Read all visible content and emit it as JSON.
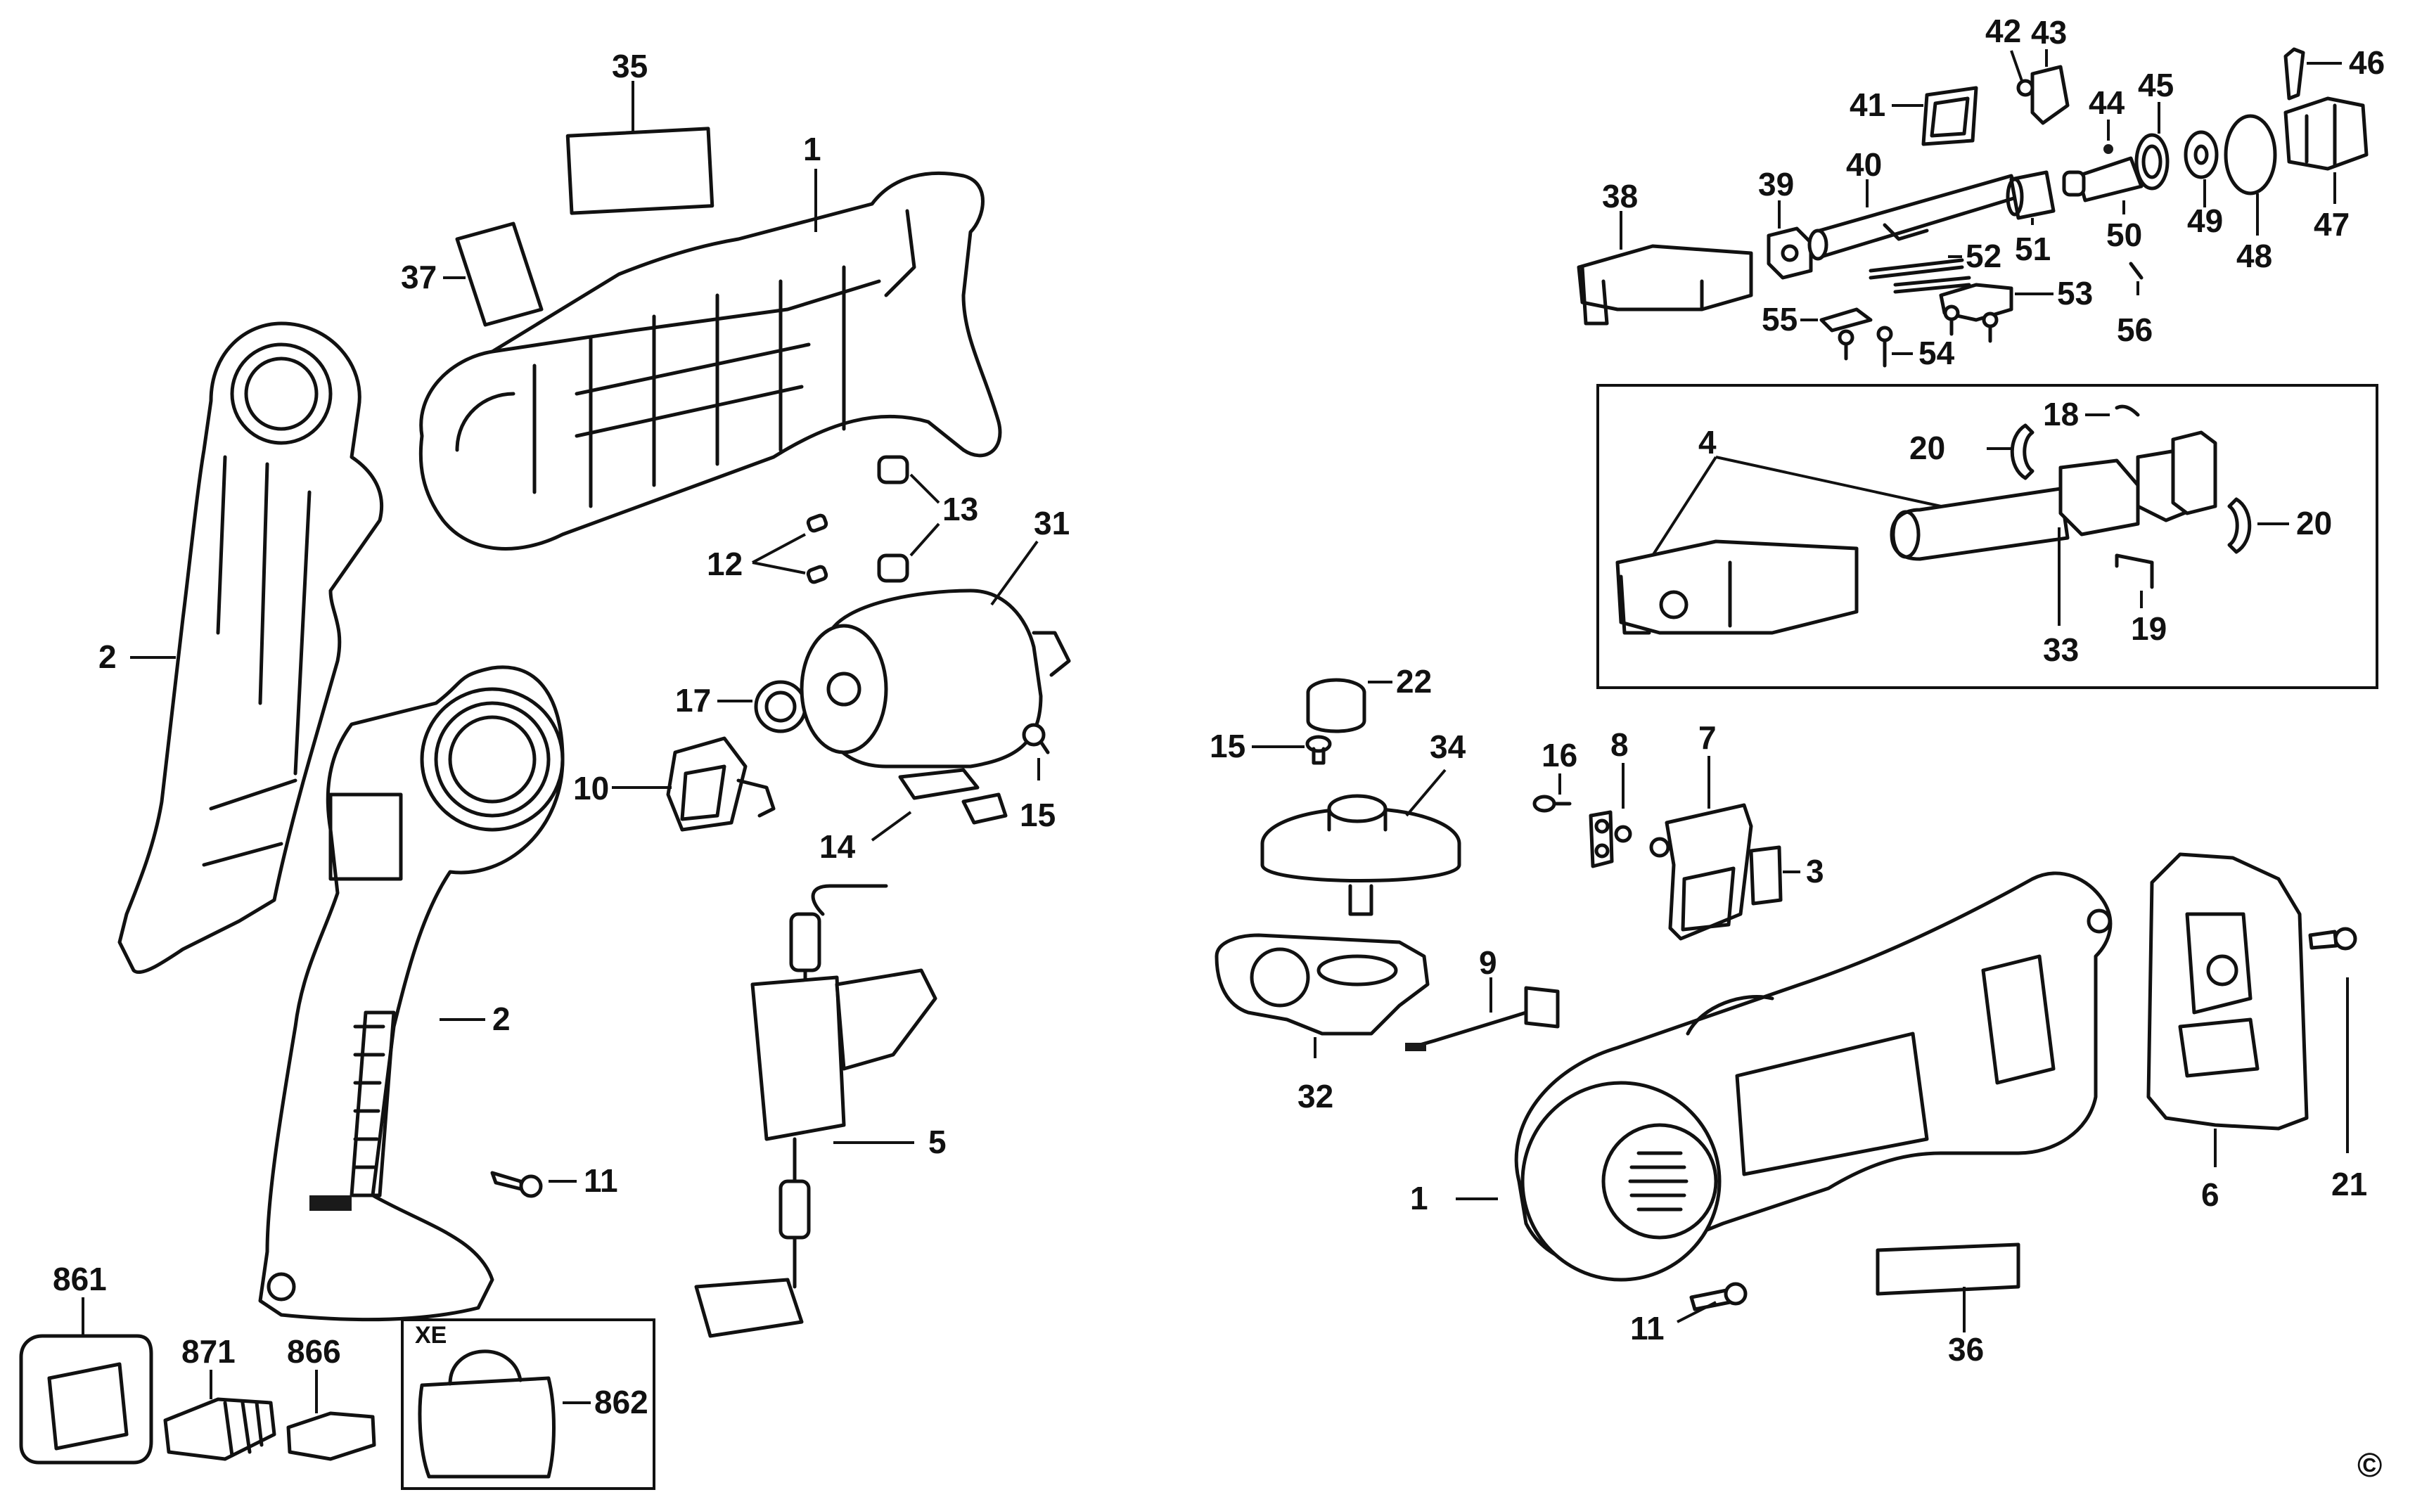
{
  "diagram": {
    "labels": {
      "l1_top": "1",
      "l1_bottom": "1",
      "l2_left": "2",
      "l2_mid": "2",
      "l3": "3",
      "l4": "4",
      "l5": "5",
      "l6": "6",
      "l7": "7",
      "l8": "8",
      "l9": "9",
      "l10": "10",
      "l11_left": "11",
      "l11_right": "11",
      "l12": "12",
      "l13": "13",
      "l14": "14",
      "l15_a": "15",
      "l15_b": "15",
      "l16": "16",
      "l17": "17",
      "l18": "18",
      "l19": "19",
      "l20_a": "20",
      "l20_b": "20",
      "l21": "21",
      "l22": "22",
      "l31": "31",
      "l32": "32",
      "l33": "33",
      "l34": "34",
      "l35": "35",
      "l36": "36",
      "l37": "37",
      "l38": "38",
      "l39": "39",
      "l40": "40",
      "l41": "41",
      "l42": "42",
      "l43": "43",
      "l44": "44",
      "l45": "45",
      "l46": "46",
      "l47": "47",
      "l48": "48",
      "l49": "49",
      "l50": "50",
      "l51": "51",
      "l52": "52",
      "l53": "53",
      "l54": "54",
      "l55": "55",
      "l56": "56",
      "l861": "861",
      "l862": "862",
      "l866": "866",
      "l871": "871",
      "xe": "XE",
      "copyright": "©"
    }
  }
}
